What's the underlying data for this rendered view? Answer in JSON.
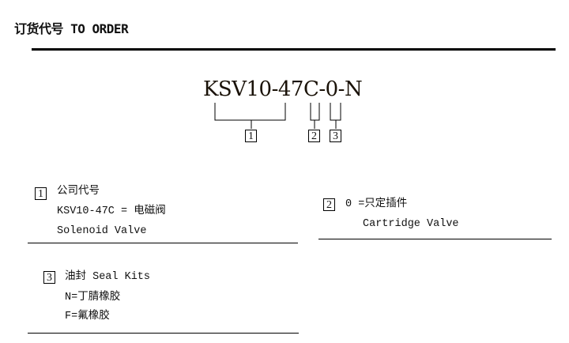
{
  "header": {
    "title": "订货代号 TO ORDER"
  },
  "model_code": "KSV10-47C-0-N",
  "markers": [
    "1",
    "2",
    "3"
  ],
  "sections": [
    {
      "marker": "1",
      "heading": "公司代号",
      "lines": [
        "KSV10-47C = 电磁阀",
        "Solenoid Valve"
      ]
    },
    {
      "marker": "2",
      "heading": "0 =只定插件",
      "lines": [
        "Cartridge Valve"
      ]
    },
    {
      "marker": "3",
      "heading": "油封 Seal Kits",
      "lines": [
        "N=丁腈橡胶",
        "F=氟橡胶"
      ]
    }
  ]
}
